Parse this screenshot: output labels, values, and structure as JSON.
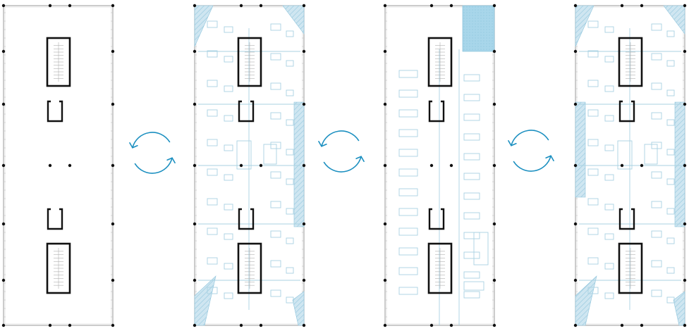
{
  "diagram": {
    "plans": [
      {
        "id": "plan-1",
        "variant": "empty-shell",
        "furnished": false,
        "hatched_zones": []
      },
      {
        "id": "plan-2",
        "variant": "cellular-offices",
        "furnished": true,
        "hatched_zones": [
          "corner-nw",
          "corner-ne",
          "side-east-mid",
          "corner-sw",
          "corner-se"
        ]
      },
      {
        "id": "plan-3",
        "variant": "open-plan",
        "furnished": true,
        "hatched_zones": [
          "block-ne"
        ]
      },
      {
        "id": "plan-4",
        "variant": "combi-offices",
        "furnished": true,
        "hatched_zones": [
          "corner-nw",
          "corner-ne",
          "side-west-mid",
          "side-east-mid",
          "corner-sw",
          "corner-se"
        ]
      }
    ],
    "cycle_arrows": [
      "cycle-1-2",
      "cycle-2-3",
      "cycle-3-4"
    ],
    "colors": {
      "structure": "#111111",
      "outline": "#9a9a9a",
      "furniture": "#a9d2e2",
      "hatch": "#bcdceb",
      "block_fill": "#a8d6ea",
      "arrow": "#1b8fc0"
    }
  }
}
